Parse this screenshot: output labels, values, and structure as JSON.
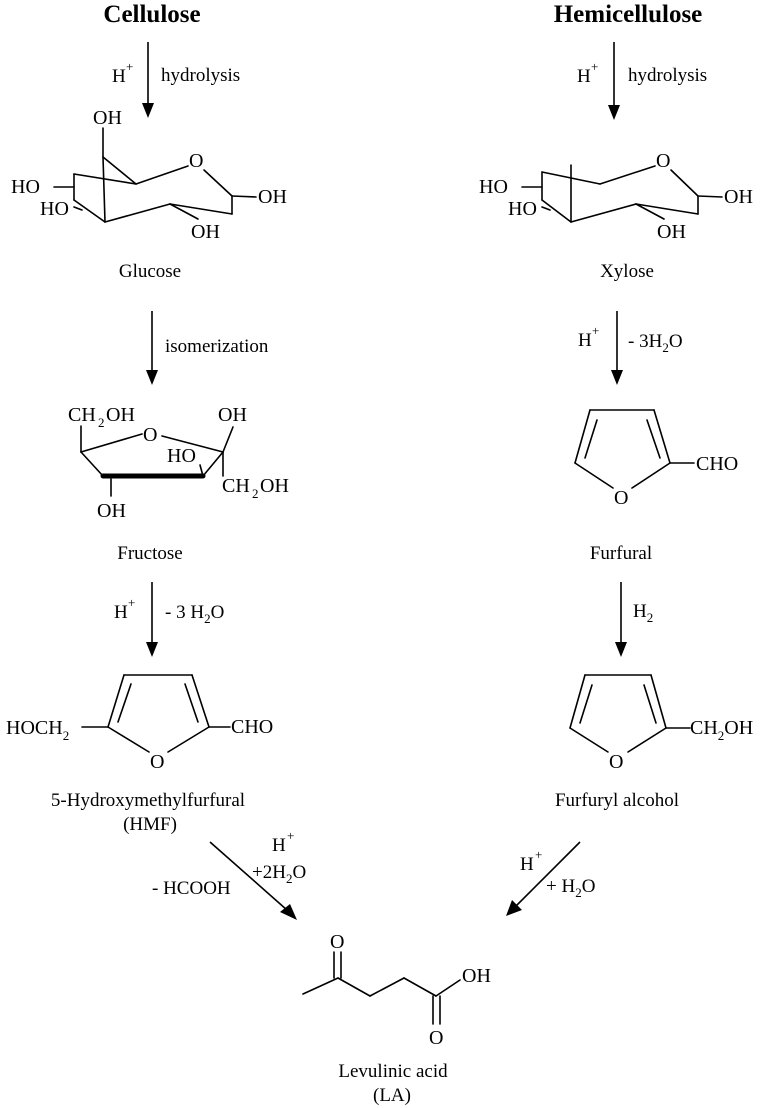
{
  "titles": {
    "left": "Cellulose",
    "right": "Hemicellulose"
  },
  "compounds": {
    "glucose": "Glucose",
    "xylose": "Xylose",
    "fructose": "Fructose",
    "furfural": "Furfural",
    "hmf_name": "5-Hydroxymethylfurfural",
    "hmf_abbr": "(HMF)",
    "furfuryl_alcohol": "Furfuryl alcohol",
    "la_name": "Levulinic acid",
    "la_abbr": "(LA)"
  },
  "conditions": {
    "cellulose_hydrolysis": {
      "acid": "H",
      "charge": "+",
      "process": "hydrolysis"
    },
    "hemicellulose_hydrolysis": {
      "acid": "H",
      "charge": "+",
      "process": "hydrolysis"
    },
    "isomerization": "isomerization",
    "xylose_dehydration": {
      "acid": "H",
      "charge": "+",
      "minus": "- 3H",
      "sub": "2",
      "tail": "O"
    },
    "fructose_dehydration": {
      "acid": "H",
      "charge": "+",
      "minus": "- 3 H",
      "sub": "2",
      "tail": "O"
    },
    "hydrogenation": {
      "main": "H",
      "sub": "2"
    },
    "hmf_to_la": {
      "acid": "H",
      "charge": "+",
      "water": "+2H",
      "sub": "2",
      "tail": "O",
      "byproduct": "- HCOOH"
    },
    "fa_to_la": {
      "acid": "H",
      "charge": "+",
      "water": "+ H",
      "sub": "2",
      "tail": "O"
    }
  },
  "atoms": {
    "O": "O",
    "OH": "OH",
    "HO": "HO",
    "CHO": "CHO",
    "CH": "CH",
    "two": "2"
  }
}
